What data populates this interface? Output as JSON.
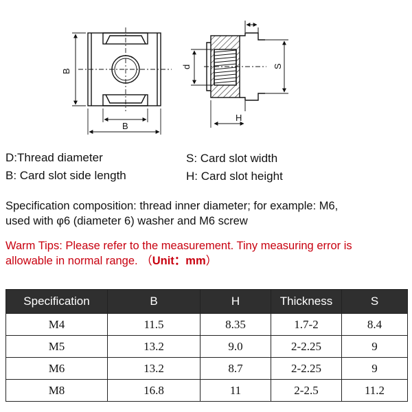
{
  "drawing": {
    "front_view": {
      "height_label": "B",
      "width_label": "B"
    },
    "side_view": {
      "thread_label": "d",
      "slot_label": "S",
      "height_label": "H"
    }
  },
  "legend": {
    "d": "D:Thread diameter",
    "b": "B: Card slot side length",
    "s": "S: Card slot width",
    "h": "H: Card slot height"
  },
  "composition": {
    "line1": "Specification composition: thread inner diameter; for example: M6,",
    "line2": "used with φ6 (diameter 6) washer and M6 screw"
  },
  "warning": {
    "line1": "Warm Tips: Please refer to the measurement. Tiny measuring error is",
    "line2": "allowable in normal range. （",
    "unit": "Unit：mm",
    "close": "）"
  },
  "table": {
    "headers": [
      "Specification",
      "B",
      "H",
      "Thickness",
      "S"
    ],
    "rows": [
      [
        "M4",
        "11.5",
        "8.35",
        "1.7-2",
        "8.4"
      ],
      [
        "M5",
        "13.2",
        "9.0",
        "2-2.25",
        "9"
      ],
      [
        "M6",
        "13.2",
        "8.7",
        "2-2.25",
        "9"
      ],
      [
        "M8",
        "16.8",
        "11",
        "2-2.5",
        "11.2"
      ]
    ]
  }
}
